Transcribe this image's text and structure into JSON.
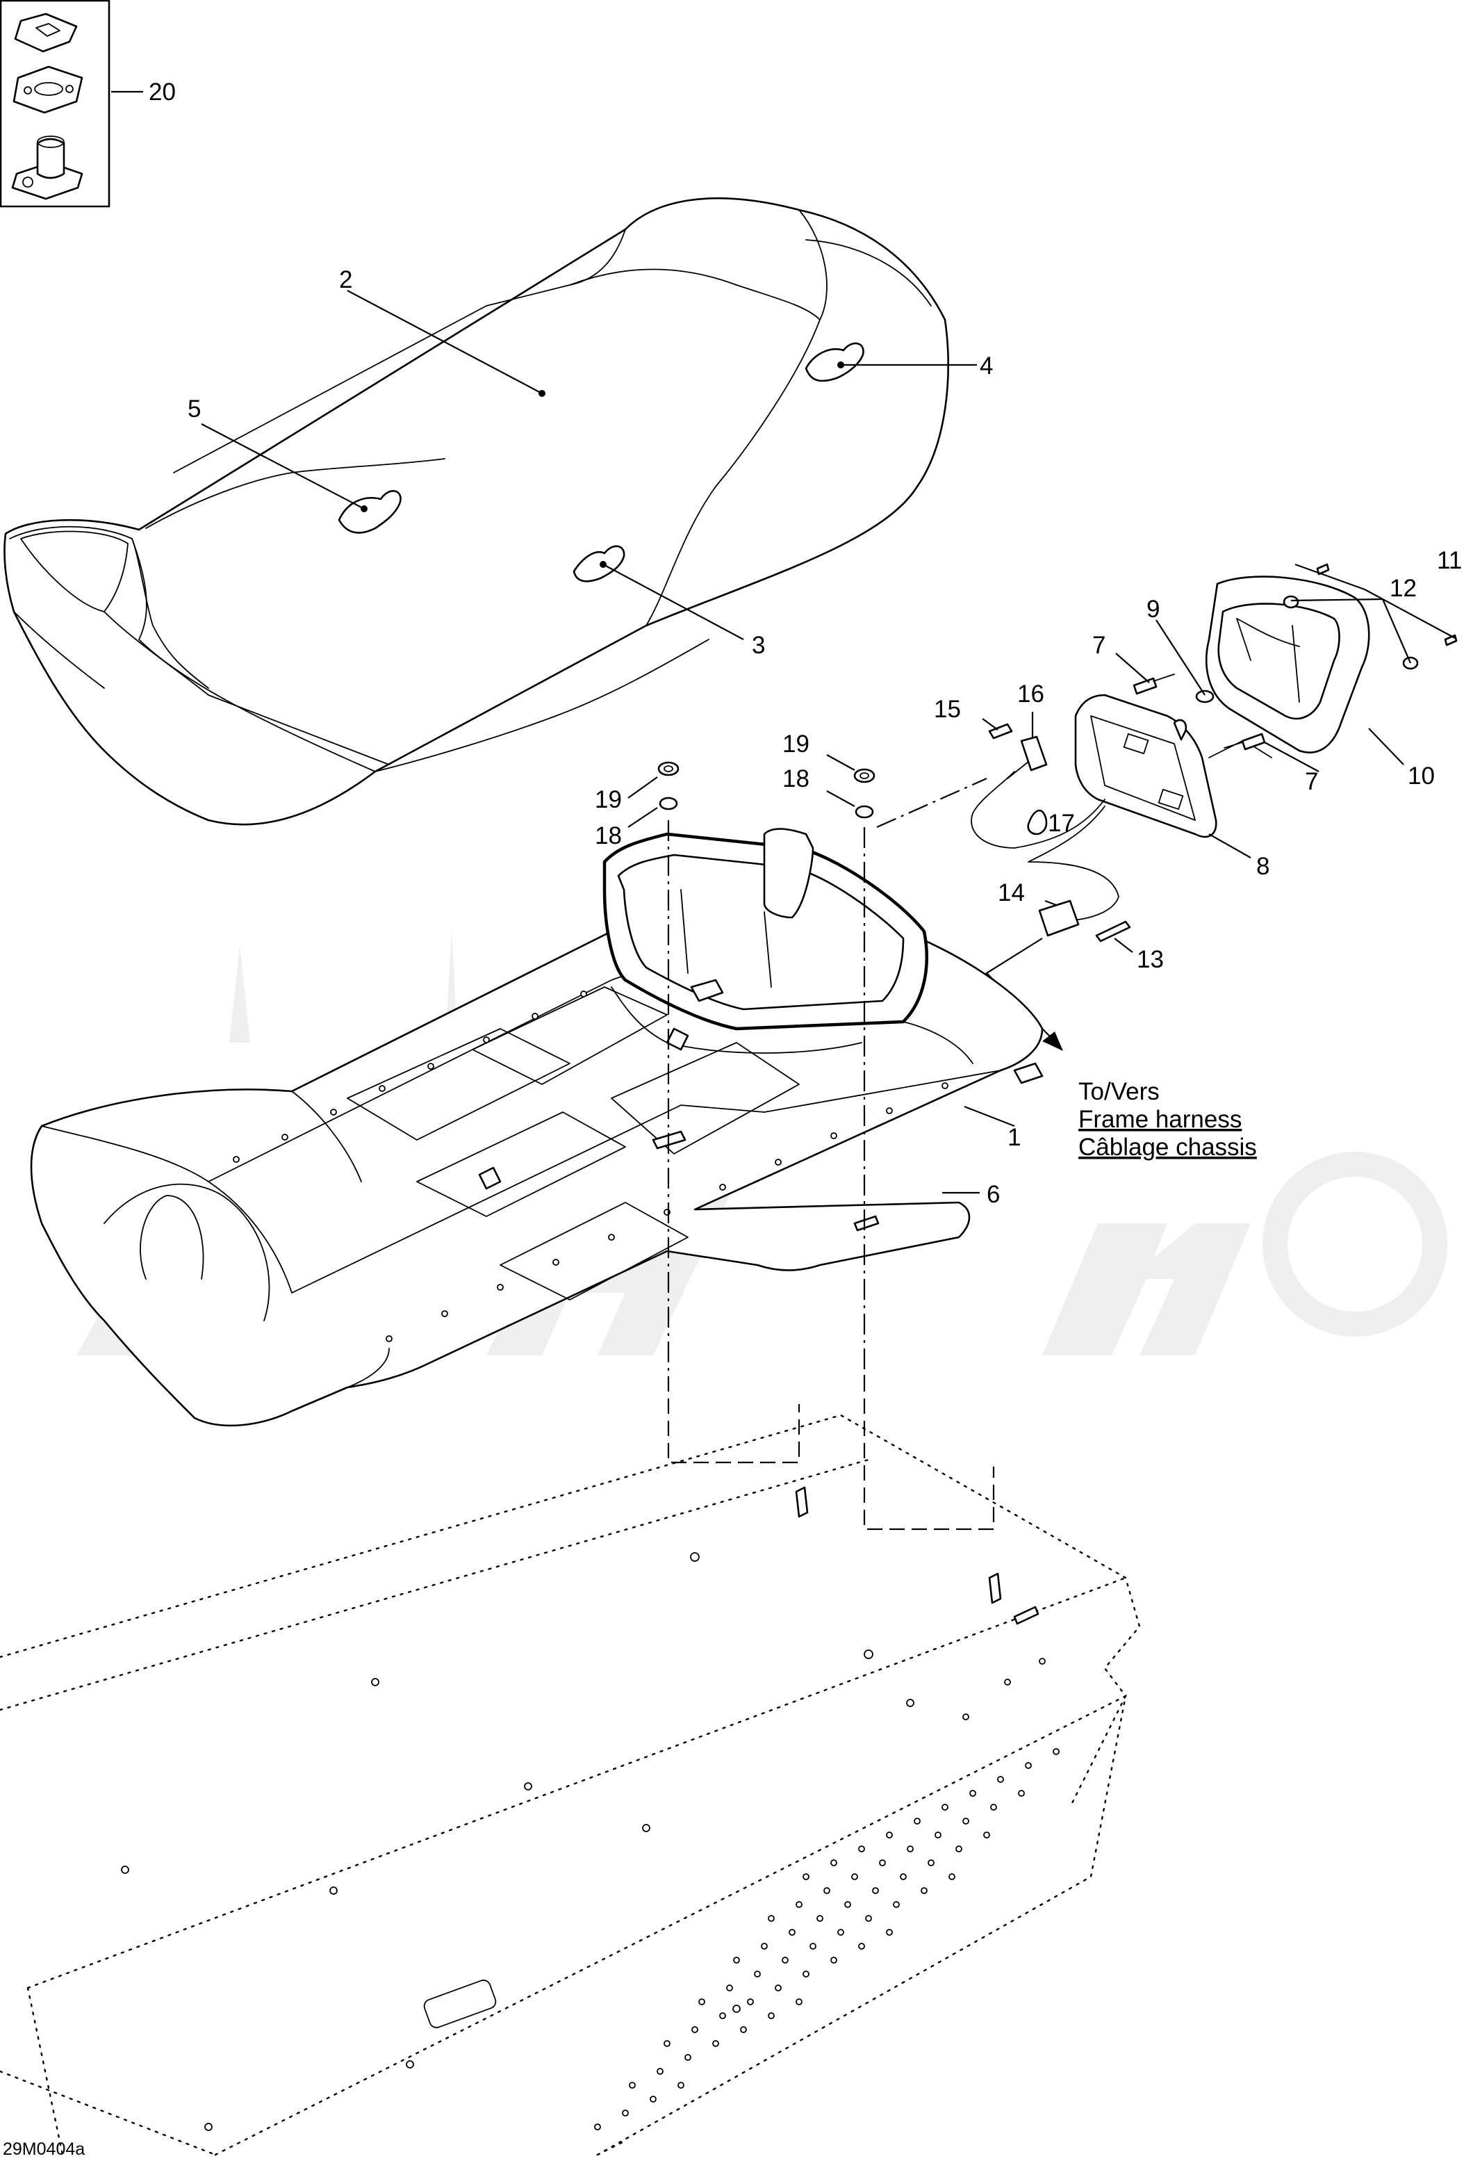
{
  "diagram": {
    "callouts": {
      "c1": "1",
      "c2": "2",
      "c3": "3",
      "c4": "4",
      "c5": "5",
      "c6": "6",
      "c7a": "7",
      "c7b": "7",
      "c8": "8",
      "c9": "9",
      "c10": "10",
      "c11": "11",
      "c12": "12",
      "c13": "13",
      "c14": "14",
      "c15": "15",
      "c16": "16",
      "c17": "17",
      "c18a": "18",
      "c18b": "18",
      "c19a": "19",
      "c19b": "19",
      "c20": "20"
    },
    "note": {
      "line1": "To/Vers",
      "line2": "Frame harness",
      "line3": "Câblage chassis"
    },
    "drawing_code": "29M0404a"
  }
}
